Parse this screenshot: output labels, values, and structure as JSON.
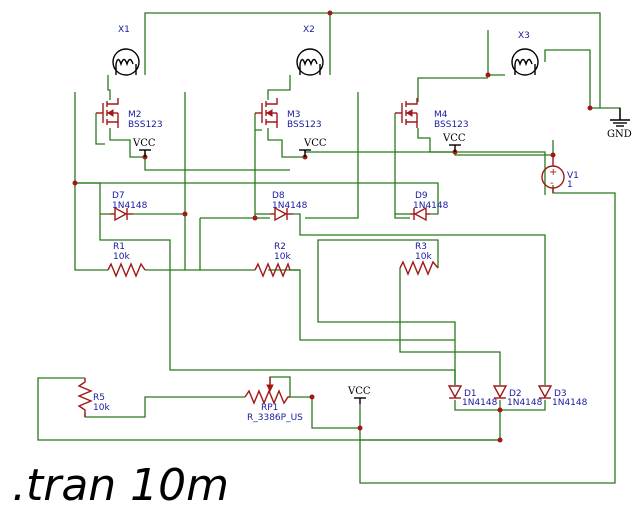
{
  "components": {
    "X1": {
      "ref": "X1"
    },
    "X2": {
      "ref": "X2"
    },
    "X3": {
      "ref": "X3"
    },
    "M2": {
      "ref": "M2",
      "value": "BSS123"
    },
    "M3": {
      "ref": "M3",
      "value": "BSS123"
    },
    "M4": {
      "ref": "M4",
      "value": "BSS123"
    },
    "D7": {
      "ref": "D7",
      "value": "1N4148"
    },
    "D8": {
      "ref": "D8",
      "value": "1N4148"
    },
    "D9": {
      "ref": "D9",
      "value": "1N4148"
    },
    "R1": {
      "ref": "R1",
      "value": "10k"
    },
    "R2": {
      "ref": "R2",
      "value": "10k"
    },
    "R3": {
      "ref": "R3",
      "value": "10k"
    },
    "R5": {
      "ref": "R5",
      "value": "10k"
    },
    "RP1": {
      "ref": "RP1",
      "value": "R_3386P_US"
    },
    "D1": {
      "ref": "D1",
      "value": "1N4148"
    },
    "D2": {
      "ref": "D2",
      "value": "1N4148"
    },
    "D3": {
      "ref": "D3",
      "value": "1N4148"
    },
    "V1": {
      "ref": "V1",
      "value": "1"
    }
  },
  "power": {
    "vcc": "VCC",
    "gnd": "GND"
  },
  "directive": ".tran 10m"
}
